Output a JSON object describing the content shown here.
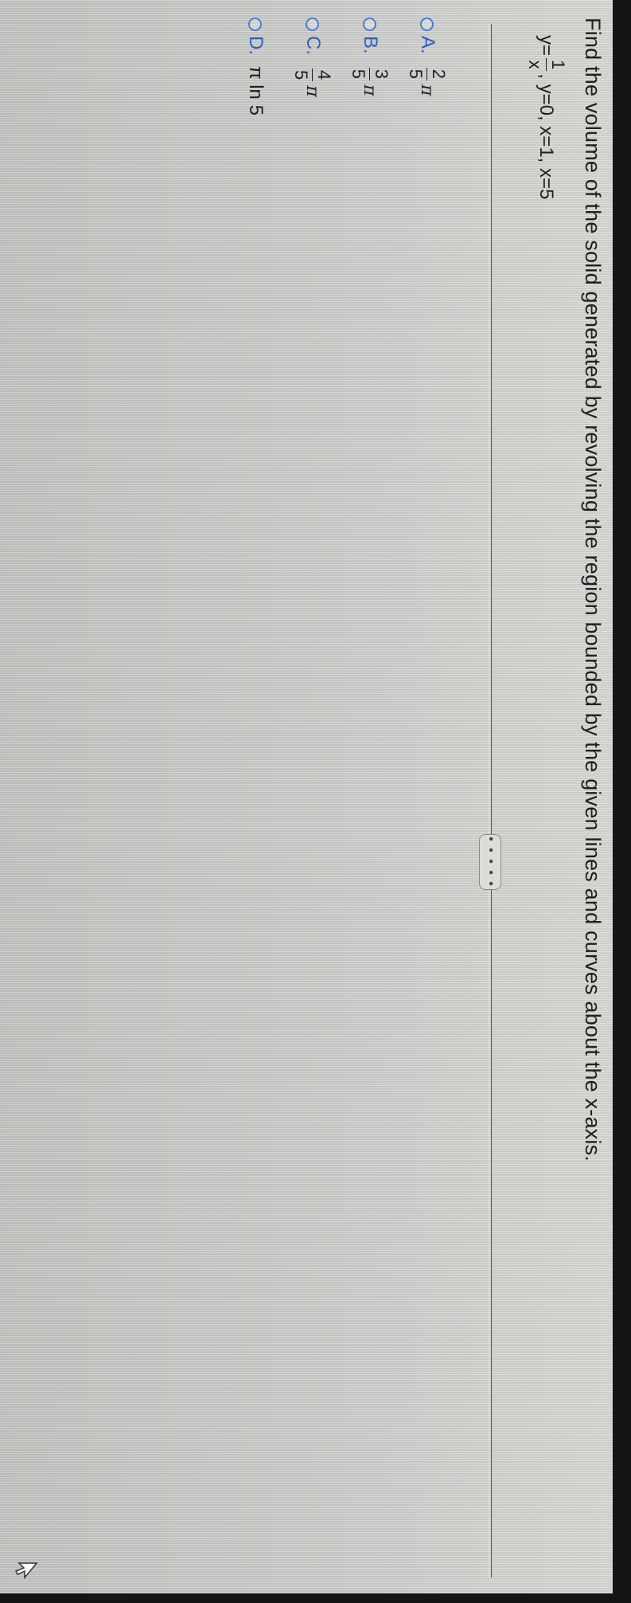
{
  "question": {
    "text": "Find the volume of the solid generated by revolving the region bounded by the given lines and curves about the x-axis."
  },
  "equation": {
    "y_lhs": "y=",
    "frac_num": "1",
    "frac_den": "x",
    "rest": ", y=0, x=1, x=5"
  },
  "more_toggle": {
    "label": "• • • • •"
  },
  "choices": [
    {
      "letter": "A.",
      "num": "2",
      "den": "5",
      "suffix": "π"
    },
    {
      "letter": "B.",
      "num": "3",
      "den": "5",
      "suffix": "π"
    },
    {
      "letter": "C.",
      "num": "4",
      "den": "5",
      "suffix": "π"
    },
    {
      "letter": "D.",
      "text": "π ln 5"
    }
  ],
  "colors": {
    "accent": "#2e5fc0",
    "radio": "#4b7bd1",
    "background": "#cfd0cc"
  },
  "icons": {
    "cursor": "mouse-pointer-icon"
  }
}
